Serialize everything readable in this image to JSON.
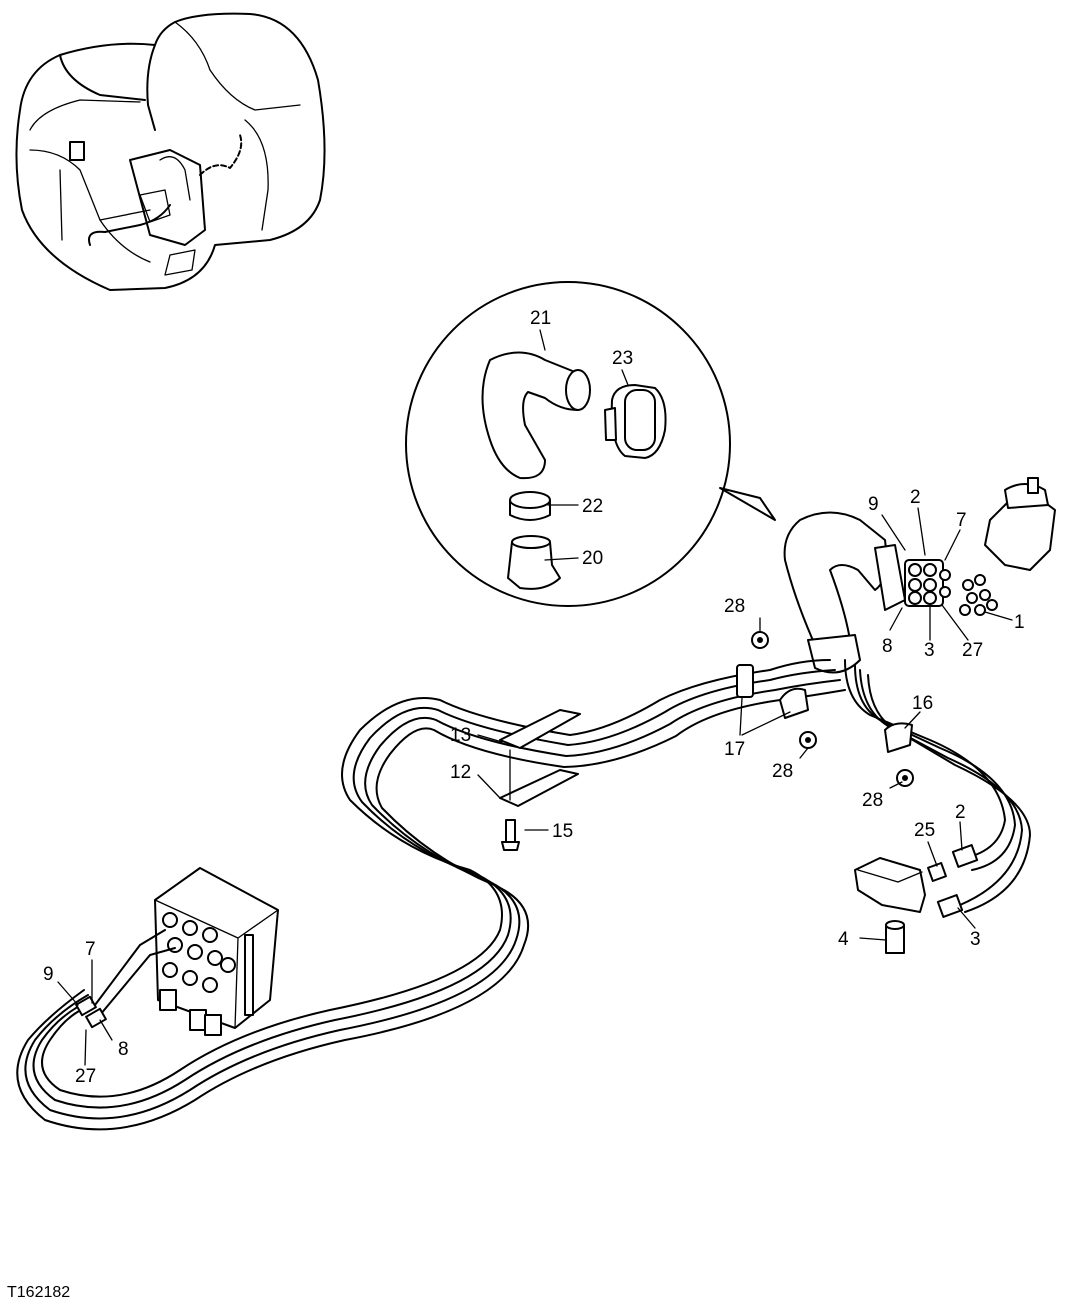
{
  "figure_id": "T162182",
  "callouts": [
    {
      "label": "21"
    },
    {
      "label": "23"
    },
    {
      "label": "22"
    },
    {
      "label": "20"
    },
    {
      "label": "9"
    },
    {
      "label": "2"
    },
    {
      "label": "7"
    },
    {
      "label": "1"
    },
    {
      "label": "8"
    },
    {
      "label": "3"
    },
    {
      "label": "27"
    },
    {
      "label": "28"
    },
    {
      "label": "13"
    },
    {
      "label": "12"
    },
    {
      "label": "15"
    },
    {
      "label": "17"
    },
    {
      "label": "28"
    },
    {
      "label": "16"
    },
    {
      "label": "28"
    },
    {
      "label": "25"
    },
    {
      "label": "2"
    },
    {
      "label": "4"
    },
    {
      "label": "3"
    },
    {
      "label": "7"
    },
    {
      "label": "9"
    },
    {
      "label": "8"
    },
    {
      "label": "27"
    }
  ]
}
